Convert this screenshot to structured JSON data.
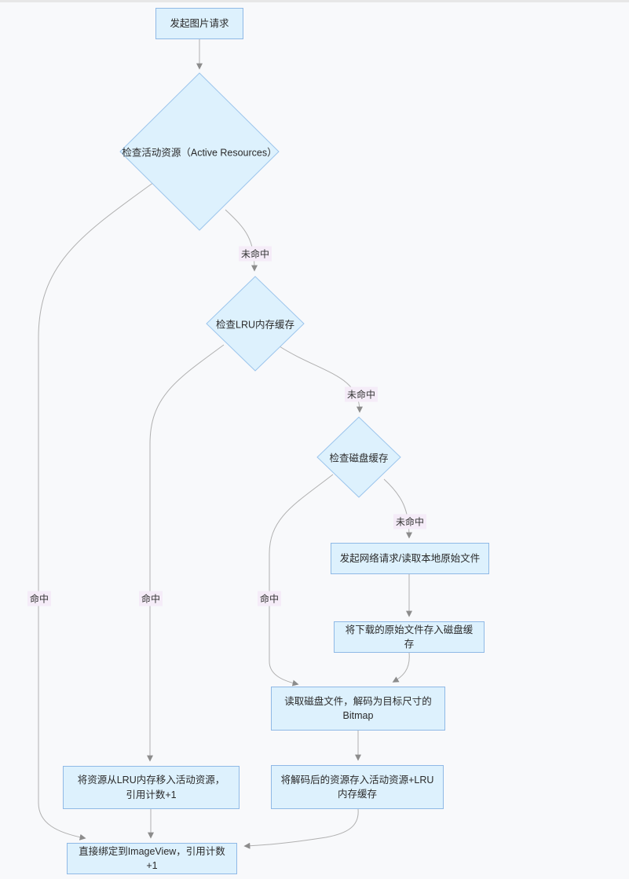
{
  "diagram": {
    "title_hint": "image-request-cache-flowchart",
    "nodes": {
      "start": {
        "label": "发起图片请求"
      },
      "check_active": {
        "label": "检查活动资源（Active Resources）"
      },
      "check_lru": {
        "label": "检查LRU内存缓存"
      },
      "check_disk": {
        "label": "检查磁盘缓存"
      },
      "fetch": {
        "label": "发起网络请求/读取本地原始文件"
      },
      "store_disk": {
        "label": "将下载的原始文件存入磁盘缓存"
      },
      "decode": {
        "label": "读取磁盘文件，解码为目标尺寸的Bitmap"
      },
      "store_memory": {
        "label": "将解码后的资源存入活动资源+LRU内存缓存"
      },
      "promote": {
        "label": "将资源从LRU内存移入活动资源，引用计数+1"
      },
      "bind": {
        "label": "直接绑定到ImageView，引用计数+1"
      }
    },
    "edge_labels": {
      "miss_active": "未命中",
      "miss_lru": "未命中",
      "miss_disk": "未命中",
      "hit_active": "命中",
      "hit_lru": "命中",
      "hit_disk": "命中"
    },
    "colors": {
      "node_fill": "#ddf1fd",
      "node_border": "#8fb9e6",
      "diamond_border": "#9cc5ec",
      "edge_stroke": "#b0b0b0",
      "arrow_fill": "#8c8c8c",
      "edge_label_bg": "#f5ecf8",
      "background": "#f8f9fb"
    }
  }
}
